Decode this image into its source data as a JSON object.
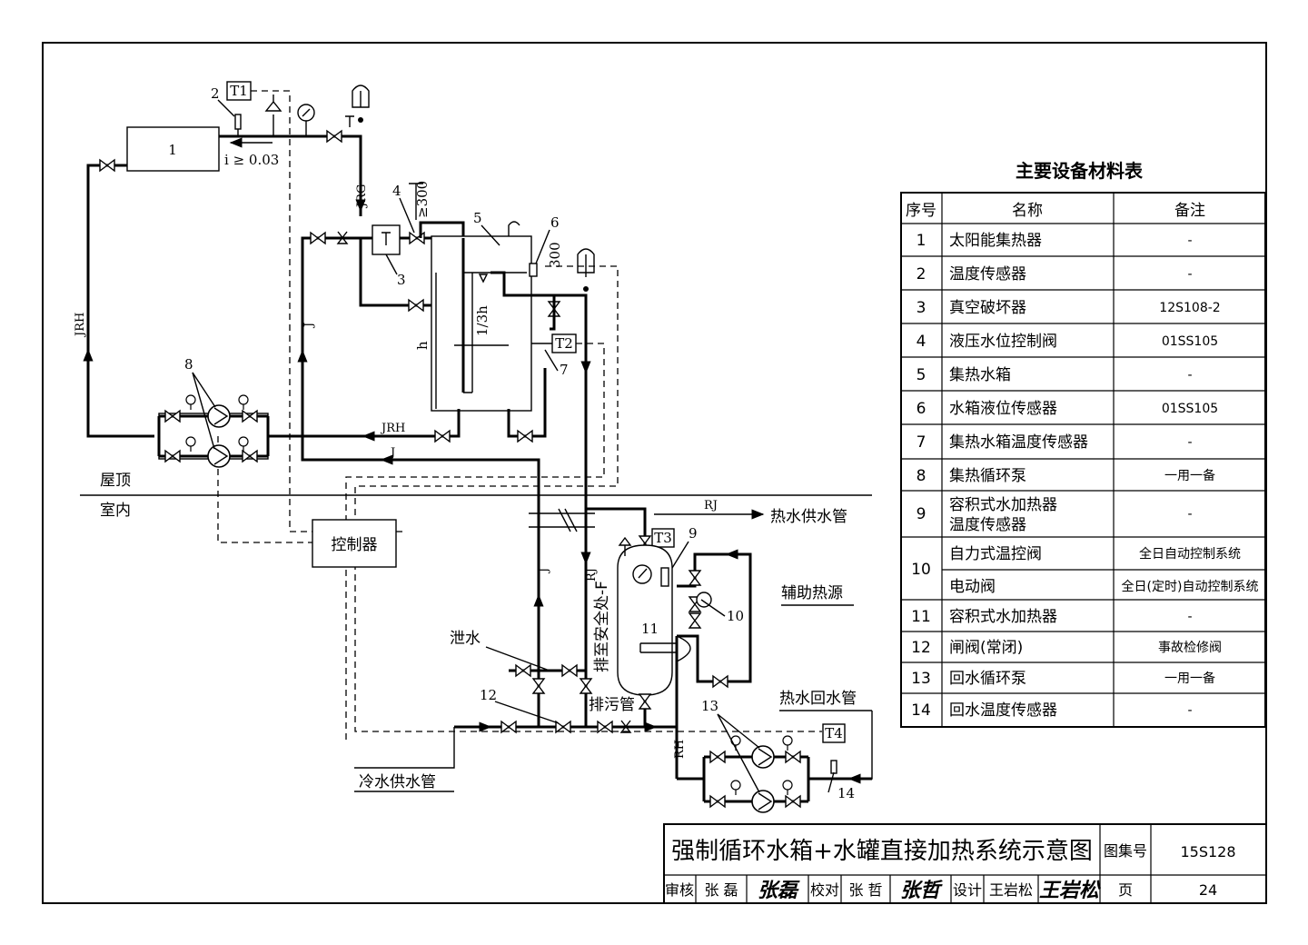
{
  "diagram": {
    "labels": {
      "collector": "1",
      "t1": "T1",
      "n2": "2",
      "slope": "i ≥ 0.03",
      "jrg": "JRG",
      "ge300a": "≥300",
      "n4": "4",
      "n3": "3",
      "n5": "5",
      "n6": "6",
      "v300": "300",
      "one_third_h": "1/3h",
      "h": "h",
      "t2": "T2",
      "n7": "7",
      "jrh_vertical": "JRH",
      "j_vertical": "J",
      "n8": "8",
      "jrh_horizontal": "JRH",
      "j_horizontal": "J",
      "roof": "屋顶",
      "indoor": "室内",
      "controller": "控制器",
      "rj_top": "RJ",
      "hot_supply": "热水供水管",
      "t3": "T3",
      "n9": "9",
      "j_lower": "J",
      "rj_lower": "RJ",
      "discharge_safe": "排至安全处-F",
      "aux_heat": "辅助热源",
      "n10": "10",
      "n11": "11",
      "drain": "泄水",
      "sewage": "排污管",
      "n12": "12",
      "hot_return": "热水回水管",
      "n13": "13",
      "t4": "T4",
      "rh": "RH",
      "n14": "14",
      "cold_supply": "冷水供水管"
    }
  },
  "table": {
    "title": "主要设备材料表",
    "headers": [
      "序号",
      "名称",
      "备注"
    ],
    "rows": [
      {
        "no": "1",
        "name": "太阳能集热器",
        "note": "-"
      },
      {
        "no": "2",
        "name": "温度传感器",
        "note": "-"
      },
      {
        "no": "3",
        "name": "真空破坏器",
        "note": "12S108-2"
      },
      {
        "no": "4",
        "name": "液压水位控制阀",
        "note": "01SS105"
      },
      {
        "no": "5",
        "name": "集热水箱",
        "note": "-"
      },
      {
        "no": "6",
        "name": "水箱液位传感器",
        "note": "01SS105"
      },
      {
        "no": "7",
        "name": "集热水箱温度传感器",
        "note": "-"
      },
      {
        "no": "8",
        "name": "集热循环泵",
        "note": "一用一备"
      },
      {
        "no": "9",
        "name_line1": "容积式水加热器",
        "name_line2": "温度传感器",
        "note": "-"
      },
      {
        "no": "10",
        "name_a": "自力式温控阀",
        "note_a": "全日自动控制系统",
        "name_b": "电动阀",
        "note_b": "全日(定时)自动控制系统"
      },
      {
        "no": "11",
        "name": "容积式水加热器",
        "note": "-"
      },
      {
        "no": "12",
        "name": "闸阀(常闭)",
        "note": "事故检修阀"
      },
      {
        "no": "13",
        "name": "回水循环泵",
        "note": "一用一备"
      },
      {
        "no": "14",
        "name": "回水温度传感器",
        "note": "-"
      }
    ]
  },
  "title_block": {
    "drawing_title": "强制循环水箱+水罐直接加热系统示意图",
    "atlas_label": "图集号",
    "atlas_no": "15S128",
    "review_label": "审核",
    "reviewer": "张 磊",
    "review_sig": "张磊",
    "check_label": "校对",
    "checker": "张 哲",
    "check_sig": "张哲",
    "design_label": "设计",
    "designer": "王岩松",
    "design_sig": "王岩松",
    "page_label": "页",
    "page_no": "24"
  }
}
